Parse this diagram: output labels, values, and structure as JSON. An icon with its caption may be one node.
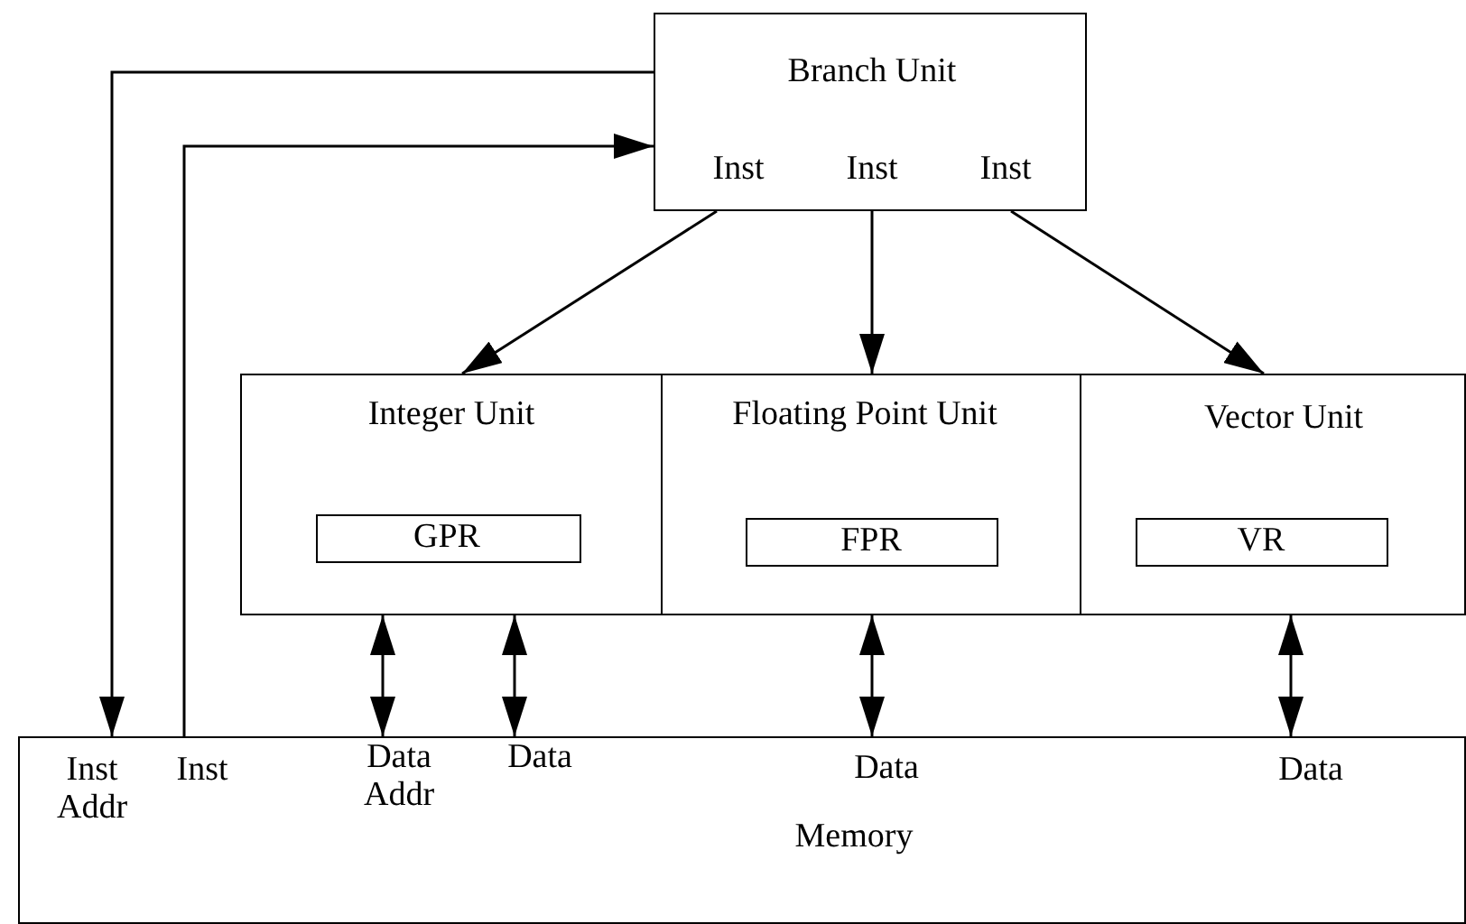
{
  "diagram": {
    "nodes": [
      {
        "text": [
          "Branch Unit",
          "Inst",
          "Inst",
          "Inst"
        ]
      },
      {
        "text": [
          "Integer Unit"
        ]
      },
      {
        "text": [
          "GPR"
        ],
        "in": 1
      },
      {
        "text": [
          "Floating Point Unit"
        ]
      },
      {
        "text": [
          "FPR"
        ],
        "in": 3
      },
      {
        "text": [
          "Vector Unit"
        ]
      },
      {
        "text": [
          "VR"
        ],
        "in": 5
      },
      {
        "text": [
          "Inst Addr",
          "Inst",
          "Data Addr",
          "Data",
          "Data",
          "Data",
          "Memory"
        ]
      }
    ],
    "edges": [
      {
        "from": 0,
        "to": 1,
        "arrow": "to"
      },
      {
        "from": 0,
        "to": 3,
        "arrow": "to"
      },
      {
        "from": 0,
        "to": 5,
        "arrow": "to"
      },
      {
        "from": 0,
        "to": 7,
        "arrow": "to"
      },
      {
        "from": 7,
        "to": 0,
        "arrow": "to"
      },
      {
        "from": 1,
        "to": 7,
        "arrow": "both"
      },
      {
        "from": 1,
        "to": 7,
        "arrow": "both"
      },
      {
        "from": 3,
        "to": 7,
        "arrow": "both"
      },
      {
        "from": 5,
        "to": 7,
        "arrow": "both"
      }
    ]
  }
}
